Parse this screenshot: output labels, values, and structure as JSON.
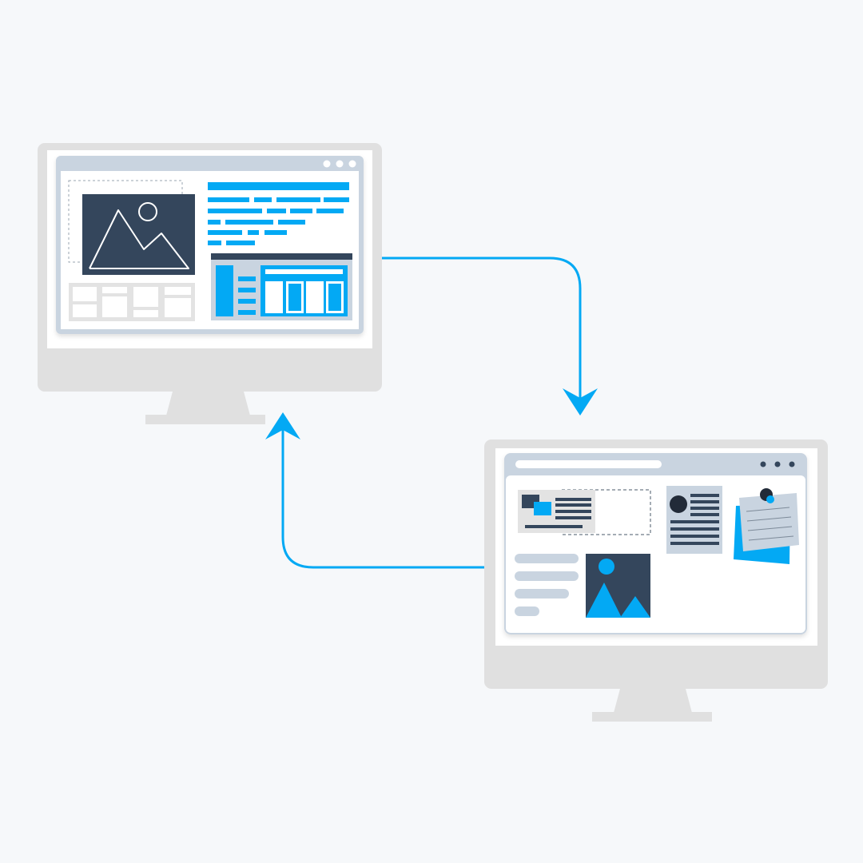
{
  "illustration": {
    "subject": "two-monitors-content-sync",
    "monitor_left": {
      "window_dots": 3,
      "has_image_placeholder": true,
      "has_text_lines": true,
      "has_table_widget": true
    },
    "monitor_right": {
      "window_dots": 3,
      "has_image_placeholder": true,
      "has_profile_card": true,
      "has_sticky_note": true
    },
    "arrows": [
      {
        "name": "arrow-to-right-monitor",
        "direction": "down"
      },
      {
        "name": "arrow-to-left-monitor",
        "direction": "up"
      }
    ]
  },
  "colors": {
    "background": "#f6f8fa",
    "monitor_body": "#e0e0e0",
    "screen_frame": "#c9d4e0",
    "accent_blue": "#03a9f4",
    "dark_navy": "#34465c",
    "placeholder_gray": "#e3e3e3"
  }
}
